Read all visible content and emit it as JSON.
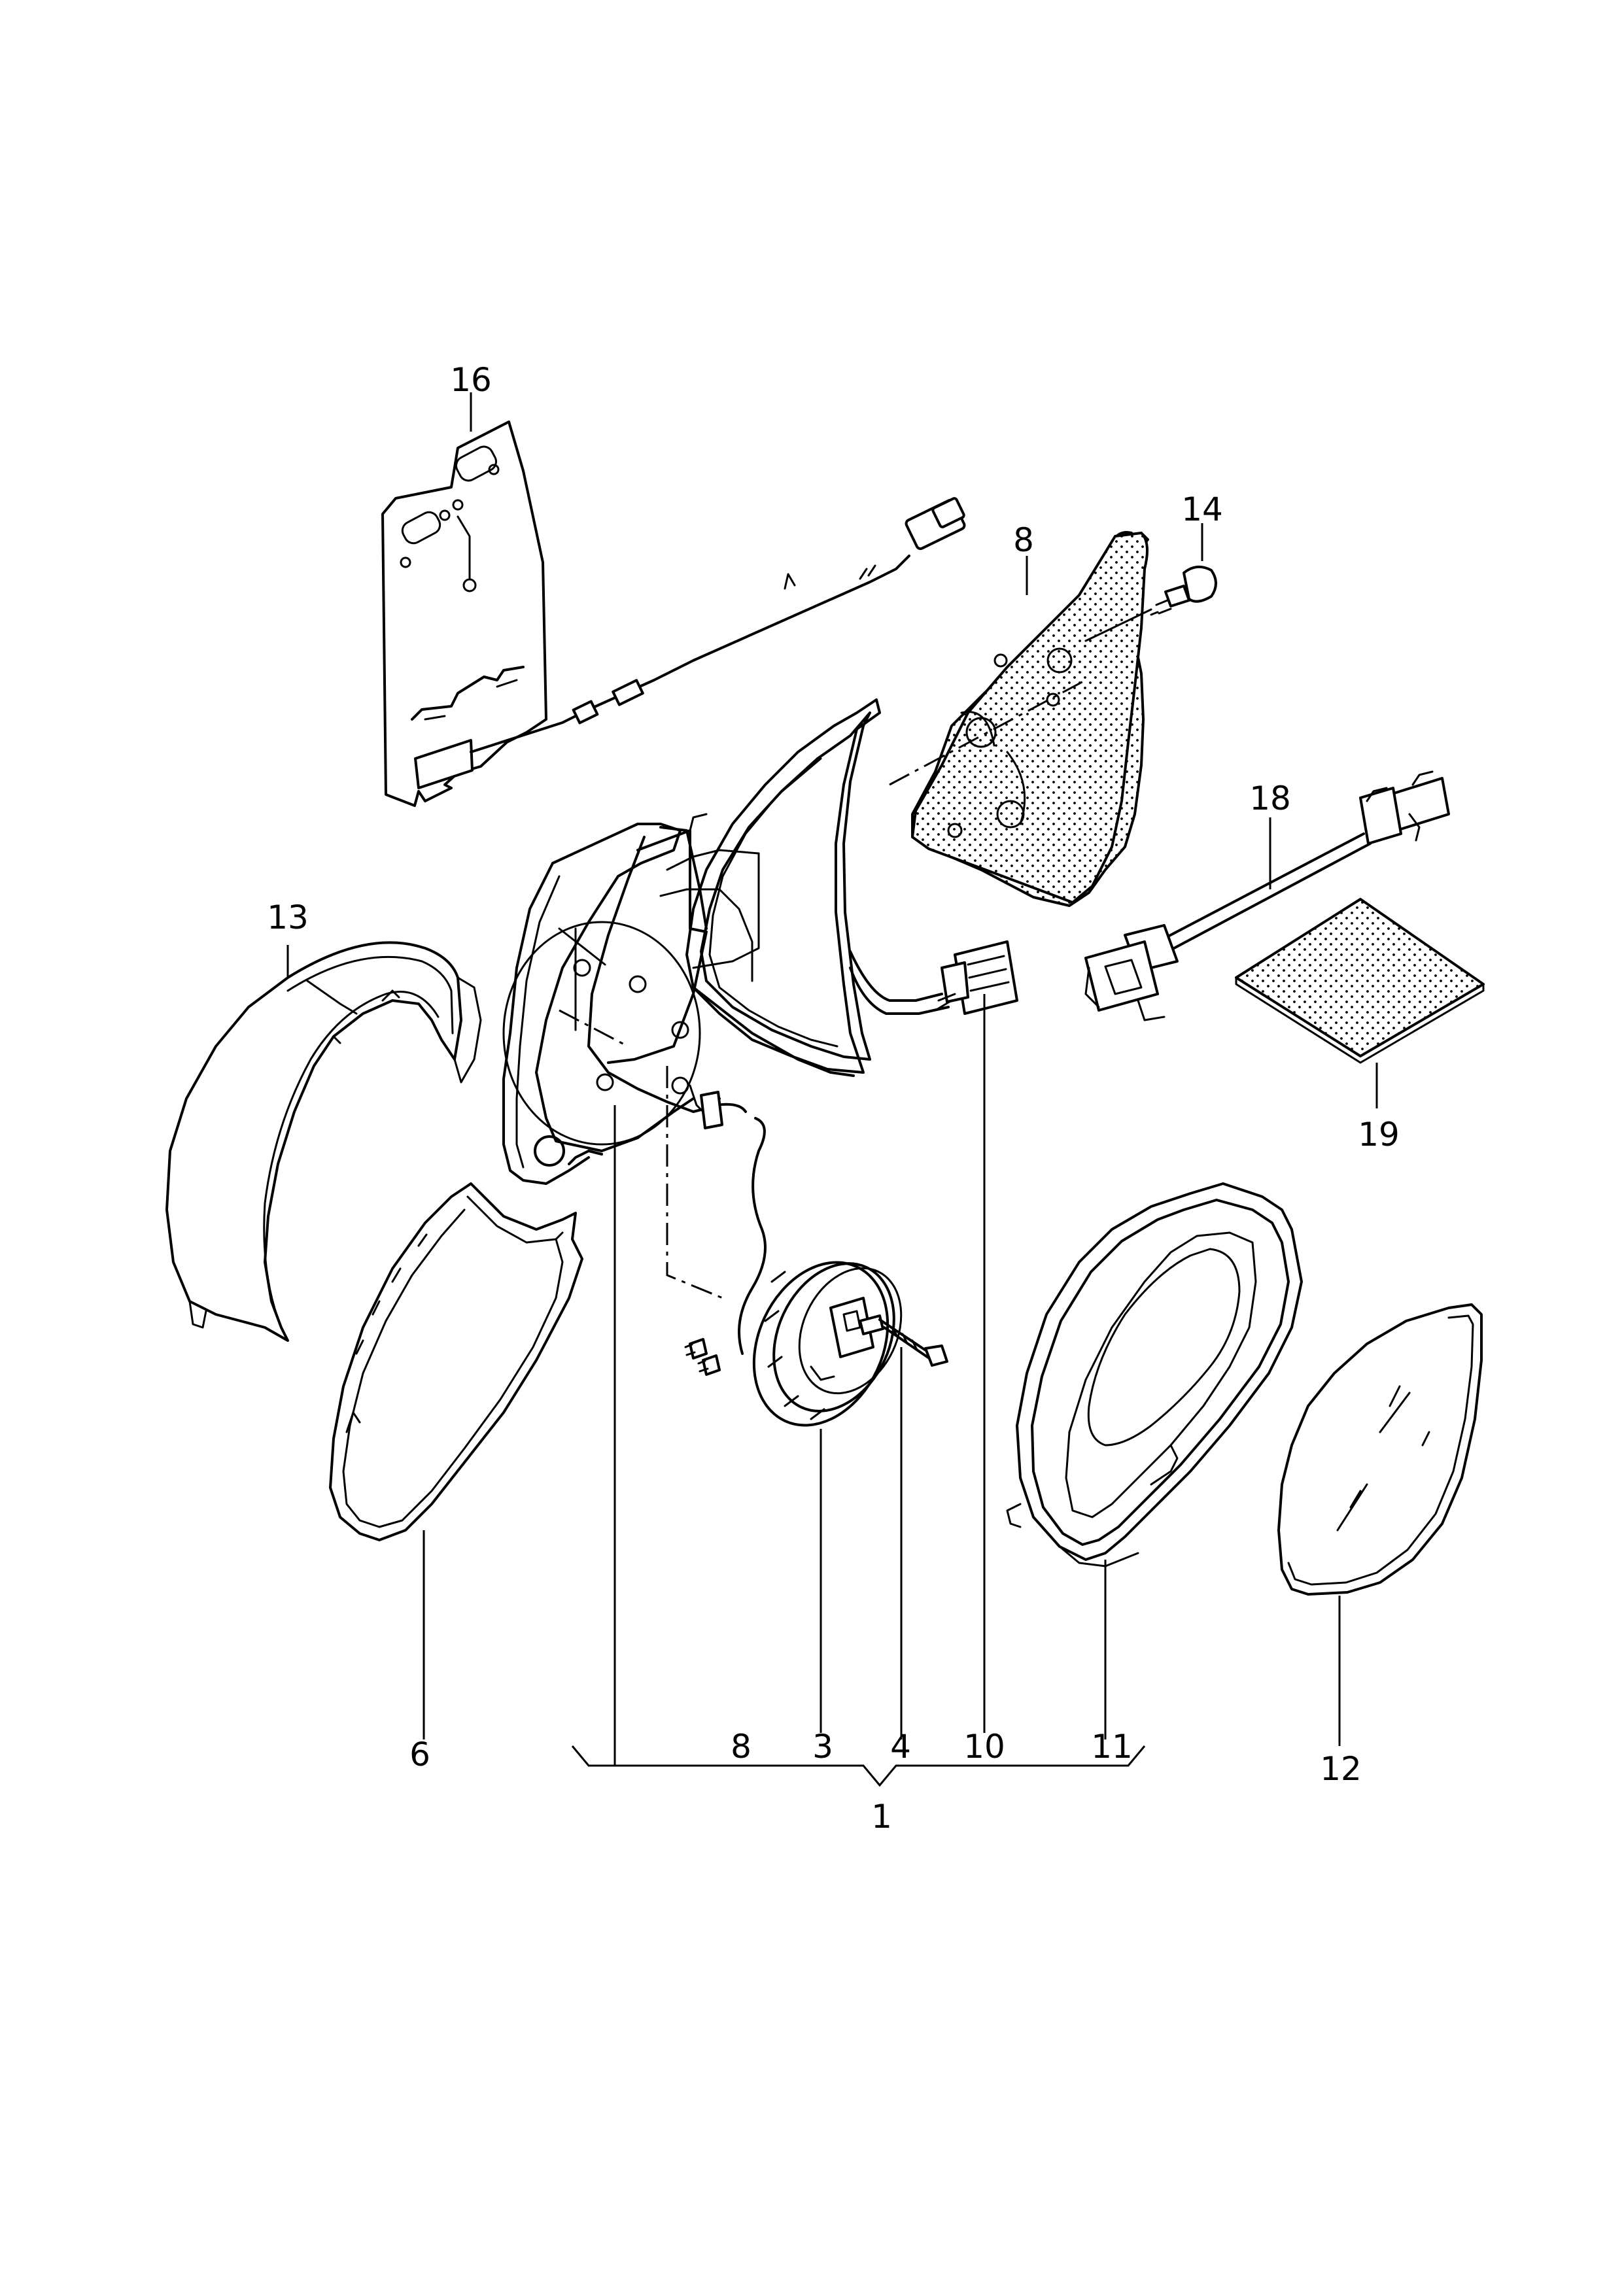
{
  "callouts": {
    "c16": "16",
    "c14": "14",
    "c8_top": "8",
    "c18": "18",
    "c13": "13",
    "c19": "19",
    "c6": "6",
    "c8_bottom": "8",
    "c3": "3",
    "c4": "4",
    "c10": "10",
    "c11": "11",
    "c12": "12",
    "c1": "1"
  },
  "colors": {
    "line": "#000000",
    "background": "#ffffff"
  }
}
